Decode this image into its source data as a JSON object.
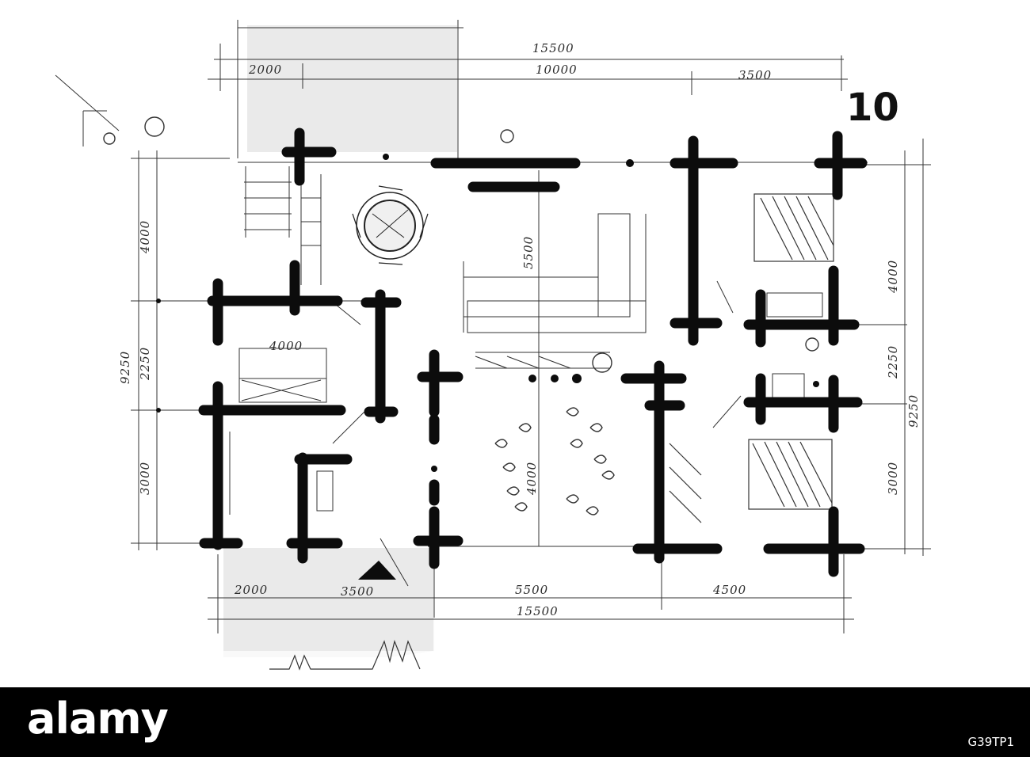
{
  "sheet": {
    "number": "10",
    "dimensions": {
      "top_total": "15500",
      "top_a": "2000",
      "top_b": "10000",
      "top_c": "3500",
      "bottom_a": "2000",
      "bottom_b": "3500",
      "bottom_c": "5500",
      "bottom_d": "4500",
      "bottom_total": "15500",
      "left_a": "4000",
      "left_b": "2250",
      "left_c": "3000",
      "left_total": "9250",
      "right_a": "4000",
      "right_b": "2250",
      "right_c": "3000",
      "right_total": "9250",
      "inner_a": "4000",
      "inner_b": "5500",
      "inner_c": "4000"
    }
  },
  "footer": {
    "brand": "alamy",
    "image_id": "G39TP1"
  }
}
